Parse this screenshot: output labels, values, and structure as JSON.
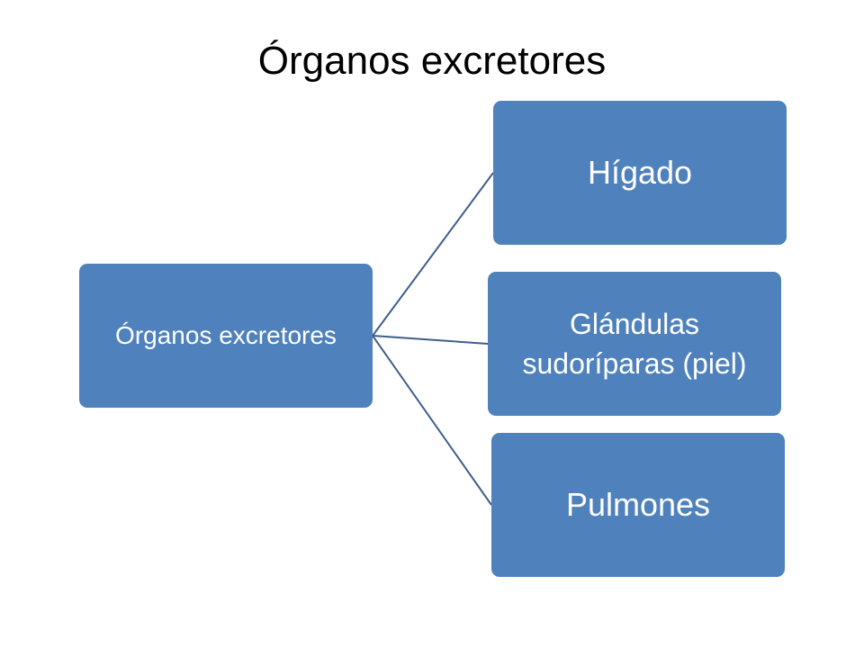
{
  "title": "Órganos excretores",
  "diagram": {
    "root": {
      "label": "Órganos excretores"
    },
    "children": [
      {
        "label": "Hígado"
      },
      {
        "label": "Glándulas sudoríparas (piel)"
      },
      {
        "label": "Pulmones"
      }
    ]
  },
  "colors": {
    "node_fill": "#4f81bd",
    "connector": "#3e5f8a",
    "text_on_node": "#ffffff",
    "title_text": "#000000"
  }
}
